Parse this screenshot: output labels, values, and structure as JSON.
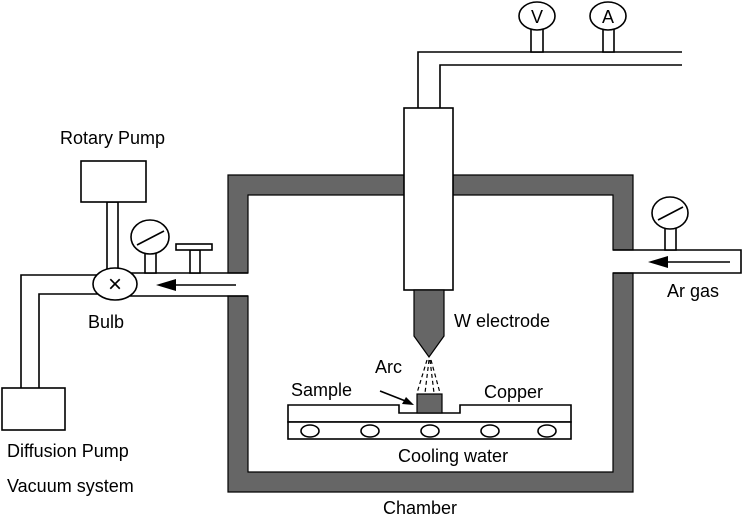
{
  "labels": {
    "rotary_pump": "Rotary Pump",
    "bulb": "Bulb",
    "diffusion_pump": "Diffusion Pump",
    "vacuum_system": "Vacuum system",
    "w_electrode": "W electrode",
    "arc": "Arc",
    "sample": "Sample",
    "copper": "Copper",
    "cooling_water": "Cooling water",
    "chamber": "Chamber",
    "ar_gas": "Ar gas",
    "voltmeter": "V",
    "ammeter": "A",
    "valve_symbol": "×"
  },
  "colors": {
    "wall": "#666666",
    "line": "#000000"
  }
}
